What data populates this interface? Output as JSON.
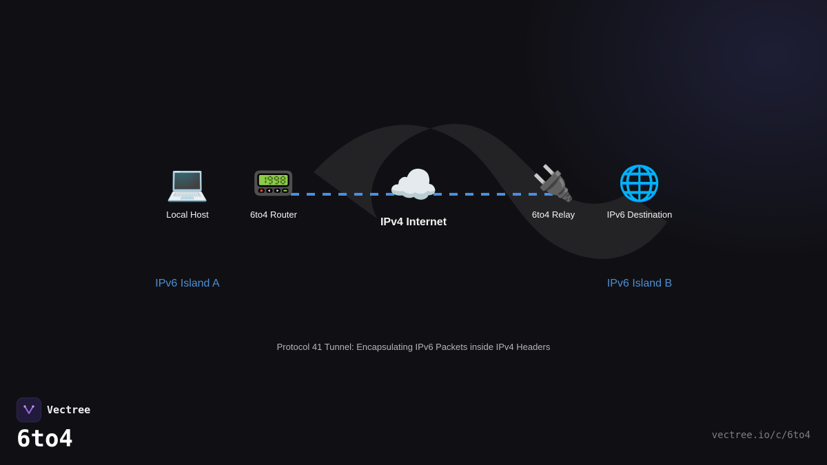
{
  "nodes": {
    "local_host": {
      "icon": "💻",
      "icon_name": "laptop-icon",
      "label": "Local Host"
    },
    "router": {
      "icon": "📟",
      "icon_name": "pager-icon",
      "label": "6to4 Router"
    },
    "internet": {
      "icon": "☁️",
      "icon_name": "cloud-icon",
      "label": "IPv4 Internet"
    },
    "relay": {
      "icon": "🔌",
      "icon_name": "plug-icon",
      "label": "6to4 Relay"
    },
    "destination": {
      "icon": "🌐",
      "icon_name": "globe-icon",
      "label": "IPv6 Destination"
    }
  },
  "islands": {
    "a": "IPv6 Island A",
    "b": "IPv6 Island B"
  },
  "caption": "Protocol 41 Tunnel: Encapsulating IPv6 Packets inside IPv4 Headers",
  "brand": {
    "name": "Vectree",
    "title": "6to4",
    "url": "vectree.io/c/6to4"
  },
  "colors": {
    "background": "#101014",
    "tunnel_line": "#4a8fe0",
    "island_label": "#4d8fd6",
    "wave": "#252528"
  }
}
